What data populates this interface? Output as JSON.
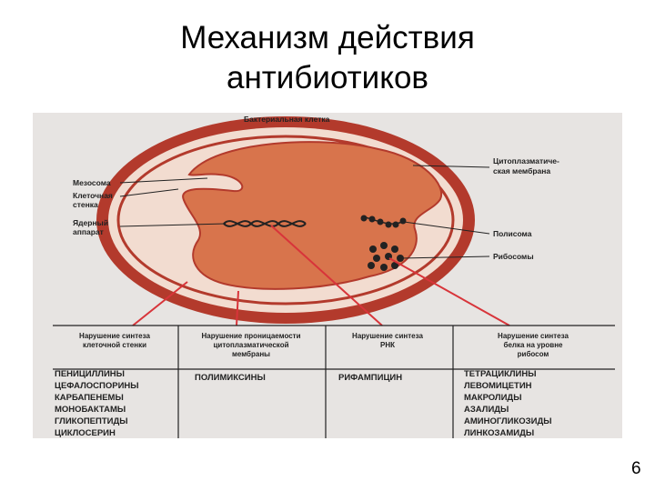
{
  "slide": {
    "title_line1": "Механизм действия",
    "title_line2": "антибиотиков",
    "page_number": "6"
  },
  "diagram": {
    "cell_title": "Бактериальная клетка",
    "labels": {
      "mesosome": "Мезосома",
      "cell_wall_1": "Клеточная",
      "cell_wall_2": "стенка",
      "nucleus_1": "Ядерный",
      "nucleus_2": "аппарат",
      "membrane_1": "Цитоплазматиче-",
      "membrane_2": "ская мембрана",
      "polysome": "Полисома",
      "ribosomes": "Рибосомы"
    },
    "columns": [
      {
        "header": [
          "Нарушение синтеза",
          "клеточной стенки"
        ],
        "drugs": [
          "ПЕНИЦИЛЛИНЫ",
          "ЦЕФАЛОСПОРИНЫ",
          "КАРБАПЕНЕМЫ",
          "МОНОБАКТАМЫ",
          "ГЛИКОПЕПТИДЫ",
          "ЦИКЛОСЕРИН"
        ]
      },
      {
        "header": [
          "Нарушение проницаемости",
          "цитоплазматической",
          "мембраны"
        ],
        "drugs": [
          "ПОЛИМИКСИНЫ"
        ]
      },
      {
        "header": [
          "Нарушение синтеза",
          "РНК"
        ],
        "drugs": [
          "РИФАМПИЦИН"
        ]
      },
      {
        "header": [
          "Нарушение синтеза",
          "белка на уровне",
          "рибосом"
        ],
        "drugs": [
          "ТЕТРАЦИКЛИНЫ",
          "ЛЕВОМИЦЕТИН",
          "МАКРОЛИДЫ",
          "АЗАЛИДЫ",
          "АМИНОГЛИКОЗИДЫ",
          "ЛИНКОЗАМИДЫ"
        ]
      }
    ],
    "colors": {
      "background": "#e7e4e2",
      "cell_wall": "#b33a2c",
      "periplasm": "#f2dcd0",
      "cytoplasm": "#d8744c",
      "pointer_red": "#d8343a",
      "ink": "#222222"
    }
  }
}
